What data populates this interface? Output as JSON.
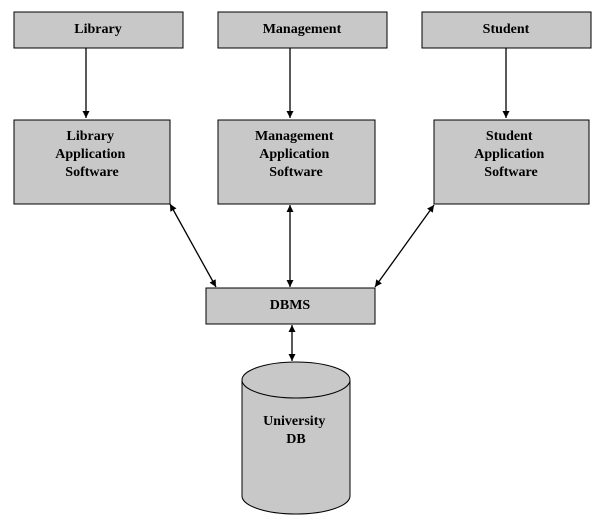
{
  "colors": {
    "box_fill": "#c8c8c8",
    "box_stroke": "#000000",
    "arrow": "#000000",
    "text": "#000000"
  },
  "nodes": {
    "library": "Library",
    "management": "Management",
    "student": "Student",
    "library_app": [
      "Library",
      "Application",
      "Software"
    ],
    "management_app": [
      "Management",
      "Application",
      "Software"
    ],
    "student_app": [
      "Student",
      "Application",
      "Software"
    ],
    "dbms": "DBMS",
    "university_db": [
      "University",
      "DB"
    ]
  },
  "edges": [
    {
      "from": "library",
      "to": "library_app",
      "direction": "forward"
    },
    {
      "from": "management",
      "to": "management_app",
      "direction": "forward"
    },
    {
      "from": "student",
      "to": "student_app",
      "direction": "forward"
    },
    {
      "from": "library_app",
      "to": "dbms",
      "direction": "both"
    },
    {
      "from": "management_app",
      "to": "dbms",
      "direction": "both"
    },
    {
      "from": "student_app",
      "to": "dbms",
      "direction": "both"
    },
    {
      "from": "dbms",
      "to": "university_db",
      "direction": "both"
    }
  ]
}
